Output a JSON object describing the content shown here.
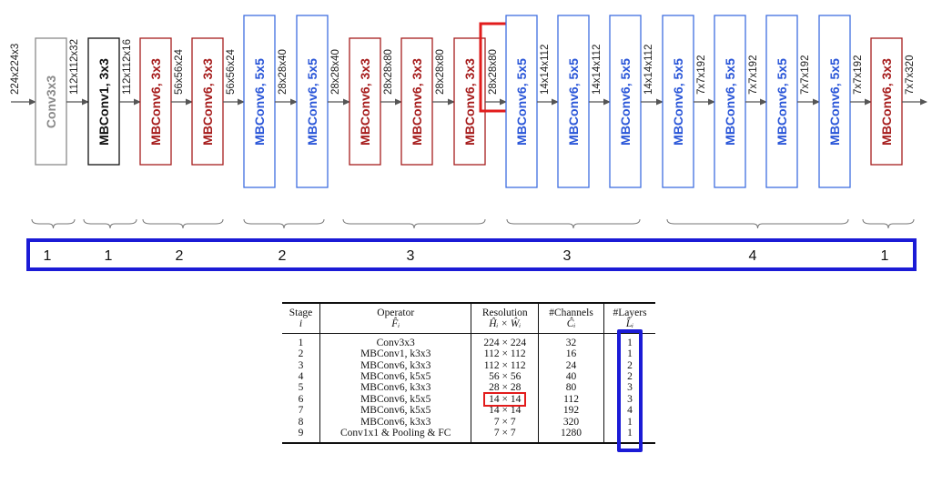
{
  "stem_label": "224x224x3",
  "blocks": [
    {
      "label": "Conv3x3",
      "color": "#8a8a8a",
      "border": "#8a8a8a",
      "out": "112x112x32",
      "size": "short"
    },
    {
      "label": "MBConv1, 3x3",
      "color": "#111111",
      "border": "#111111",
      "out": "112x112x16",
      "size": "short"
    },
    {
      "label": "MBConv6, 3x3",
      "color": "#a61c1c",
      "border": "#a61c1c",
      "out": "56x56x24",
      "size": "short"
    },
    {
      "label": "MBConv6, 3x3",
      "color": "#a61c1c",
      "border": "#a61c1c",
      "out": "56x56x24",
      "size": "short"
    },
    {
      "label": "MBConv6, 5x5",
      "color": "#2a56d8",
      "border": "#3f6ee0",
      "out": "28x28x40",
      "size": "tall"
    },
    {
      "label": "MBConv6, 5x5",
      "color": "#2a56d8",
      "border": "#3f6ee0",
      "out": "28x28x40",
      "size": "tall"
    },
    {
      "label": "MBConv6, 3x3",
      "color": "#a61c1c",
      "border": "#a61c1c",
      "out": "28x28x80",
      "size": "short"
    },
    {
      "label": "MBConv6, 3x3",
      "color": "#a61c1c",
      "border": "#a61c1c",
      "out": "28x28x80",
      "size": "short"
    },
    {
      "label": "MBConv6, 3x3",
      "color": "#a61c1c",
      "border": "#a61c1c",
      "out": "28x28x80",
      "size": "short",
      "out_highlight": true
    },
    {
      "label": "MBConv6, 5x5",
      "color": "#2a56d8",
      "border": "#3f6ee0",
      "out": "14x14x112",
      "size": "tall"
    },
    {
      "label": "MBConv6, 5x5",
      "color": "#2a56d8",
      "border": "#3f6ee0",
      "out": "14x14x112",
      "size": "tall"
    },
    {
      "label": "MBConv6, 5x5",
      "color": "#2a56d8",
      "border": "#3f6ee0",
      "out": "14x14x112",
      "size": "tall"
    },
    {
      "label": "MBConv6, 5x5",
      "color": "#2a56d8",
      "border": "#3f6ee0",
      "out": "7x7x192",
      "size": "tall"
    },
    {
      "label": "MBConv6, 5x5",
      "color": "#2a56d8",
      "border": "#3f6ee0",
      "out": "7x7x192",
      "size": "tall"
    },
    {
      "label": "MBConv6, 5x5",
      "color": "#2a56d8",
      "border": "#3f6ee0",
      "out": "7x7x192",
      "size": "tall"
    },
    {
      "label": "MBConv6, 5x5",
      "color": "#2a56d8",
      "border": "#3f6ee0",
      "out": "7x7x192",
      "size": "tall"
    },
    {
      "label": "MBConv6, 3x3",
      "color": "#a61c1c",
      "border": "#a61c1c",
      "out": "7x7x320",
      "size": "short"
    }
  ],
  "stage_counts": [
    "1",
    "1",
    "2",
    "2",
    "3",
    "3",
    "4",
    "1"
  ],
  "highlight_colors": {
    "red": "#e21c1c",
    "blue": "#1b1bd6"
  },
  "table": {
    "headers": [
      {
        "title": "Stage",
        "sub": "i"
      },
      {
        "title": "Operator",
        "sub": "F̂ᵢ"
      },
      {
        "title": "Resolution",
        "sub": "Ĥᵢ × Ŵᵢ"
      },
      {
        "title": "#Channels",
        "sub": "Ĉᵢ"
      },
      {
        "title": "#Layers",
        "sub": "L̂ᵢ"
      }
    ],
    "rows": [
      {
        "stage": "1",
        "operator": "Conv3x3",
        "resolution": "224 × 224",
        "channels": "32",
        "layers": "1"
      },
      {
        "stage": "2",
        "operator": "MBConv1, k3x3",
        "resolution": "112 × 112",
        "channels": "16",
        "layers": "1"
      },
      {
        "stage": "3",
        "operator": "MBConv6, k3x3",
        "resolution": "112 × 112",
        "channels": "24",
        "layers": "2"
      },
      {
        "stage": "4",
        "operator": "MBConv6, k5x5",
        "resolution": "56 × 56",
        "channels": "40",
        "layers": "2"
      },
      {
        "stage": "5",
        "operator": "MBConv6, k3x3",
        "resolution": "28 × 28",
        "channels": "80",
        "layers": "3"
      },
      {
        "stage": "6",
        "operator": "MBConv6, k5x5",
        "resolution": "14 × 14",
        "channels": "112",
        "layers": "3",
        "res_highlight": true
      },
      {
        "stage": "7",
        "operator": "MBConv6, k5x5",
        "resolution": "14 × 14",
        "channels": "192",
        "layers": "4"
      },
      {
        "stage": "8",
        "operator": "MBConv6, k3x3",
        "resolution": "7 × 7",
        "channels": "320",
        "layers": "1"
      },
      {
        "stage": "9",
        "operator": "Conv1x1 & Pooling & FC",
        "resolution": "7 × 7",
        "channels": "1280",
        "layers": "1"
      }
    ]
  }
}
